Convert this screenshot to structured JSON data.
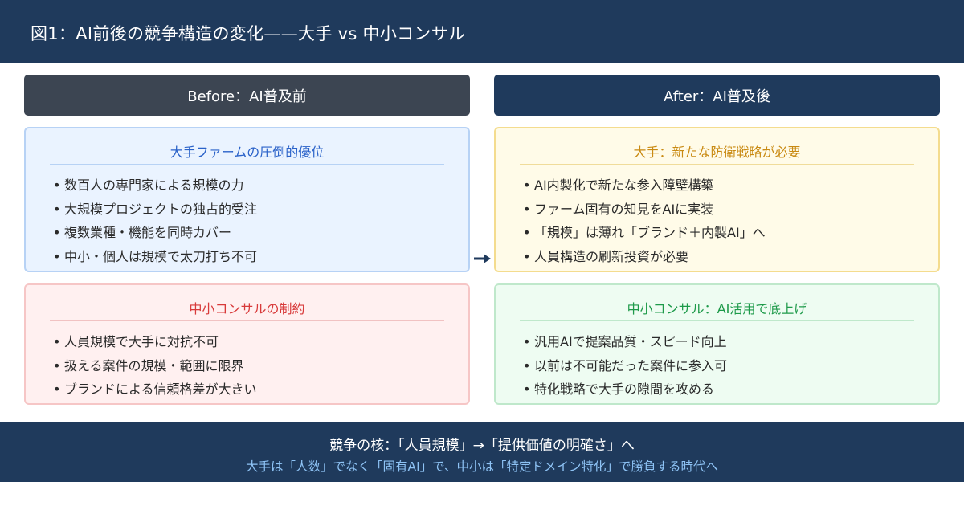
{
  "title": "図1：AI前後の競争構造の変化——大手 vs 中小コンサル",
  "columns": {
    "before": "Before：AI普及前",
    "after": "After：AI普及後"
  },
  "cards": {
    "before_big": {
      "title": "大手ファームの圧倒的優位",
      "items": [
        "数百人の専門家による規模の力",
        "大規模プロジェクトの独占的受注",
        "複数業種・機能を同時カバー",
        "中小・個人は規模で太刀打ち不可"
      ]
    },
    "before_small": {
      "title": "中小コンサルの制約",
      "items": [
        "人員規模で大手に対抗不可",
        "扱える案件の規模・範囲に限界",
        "ブランドによる信頼格差が大きい"
      ]
    },
    "after_big": {
      "title": "大手：新たな防衛戦略が必要",
      "items": [
        "AI内製化で新たな参入障壁構築",
        "ファーム固有の知見をAIに実装",
        "「規模」は薄れ「ブランド＋内製AI」へ",
        "人員構造の刷新投資が必要"
      ]
    },
    "after_small": {
      "title": "中小コンサル：AI活用で底上げ",
      "items": [
        "汎用AIで提案品質・スピード向上",
        "以前は不可能だった案件に参入可",
        "特化戦略で大手の隙間を攻める"
      ]
    }
  },
  "footer": {
    "main": "競争の核：「人員規模」→「提供価値の明確さ」へ",
    "sub": "大手は「人数」でなく「固有AI」で、中小は「特定ドメイン特化」で勝負する時代へ"
  },
  "icons": {
    "transition_arrow": "arrow-right-icon"
  },
  "colors": {
    "navy": "#1f3a5c",
    "before_header": "#3c4552",
    "blue_title": "#2a62c9",
    "red_title": "#d83a3a",
    "amber_title": "#c98a12",
    "green_title": "#1e9a4a",
    "footer_sub": "#8ec3f5"
  }
}
